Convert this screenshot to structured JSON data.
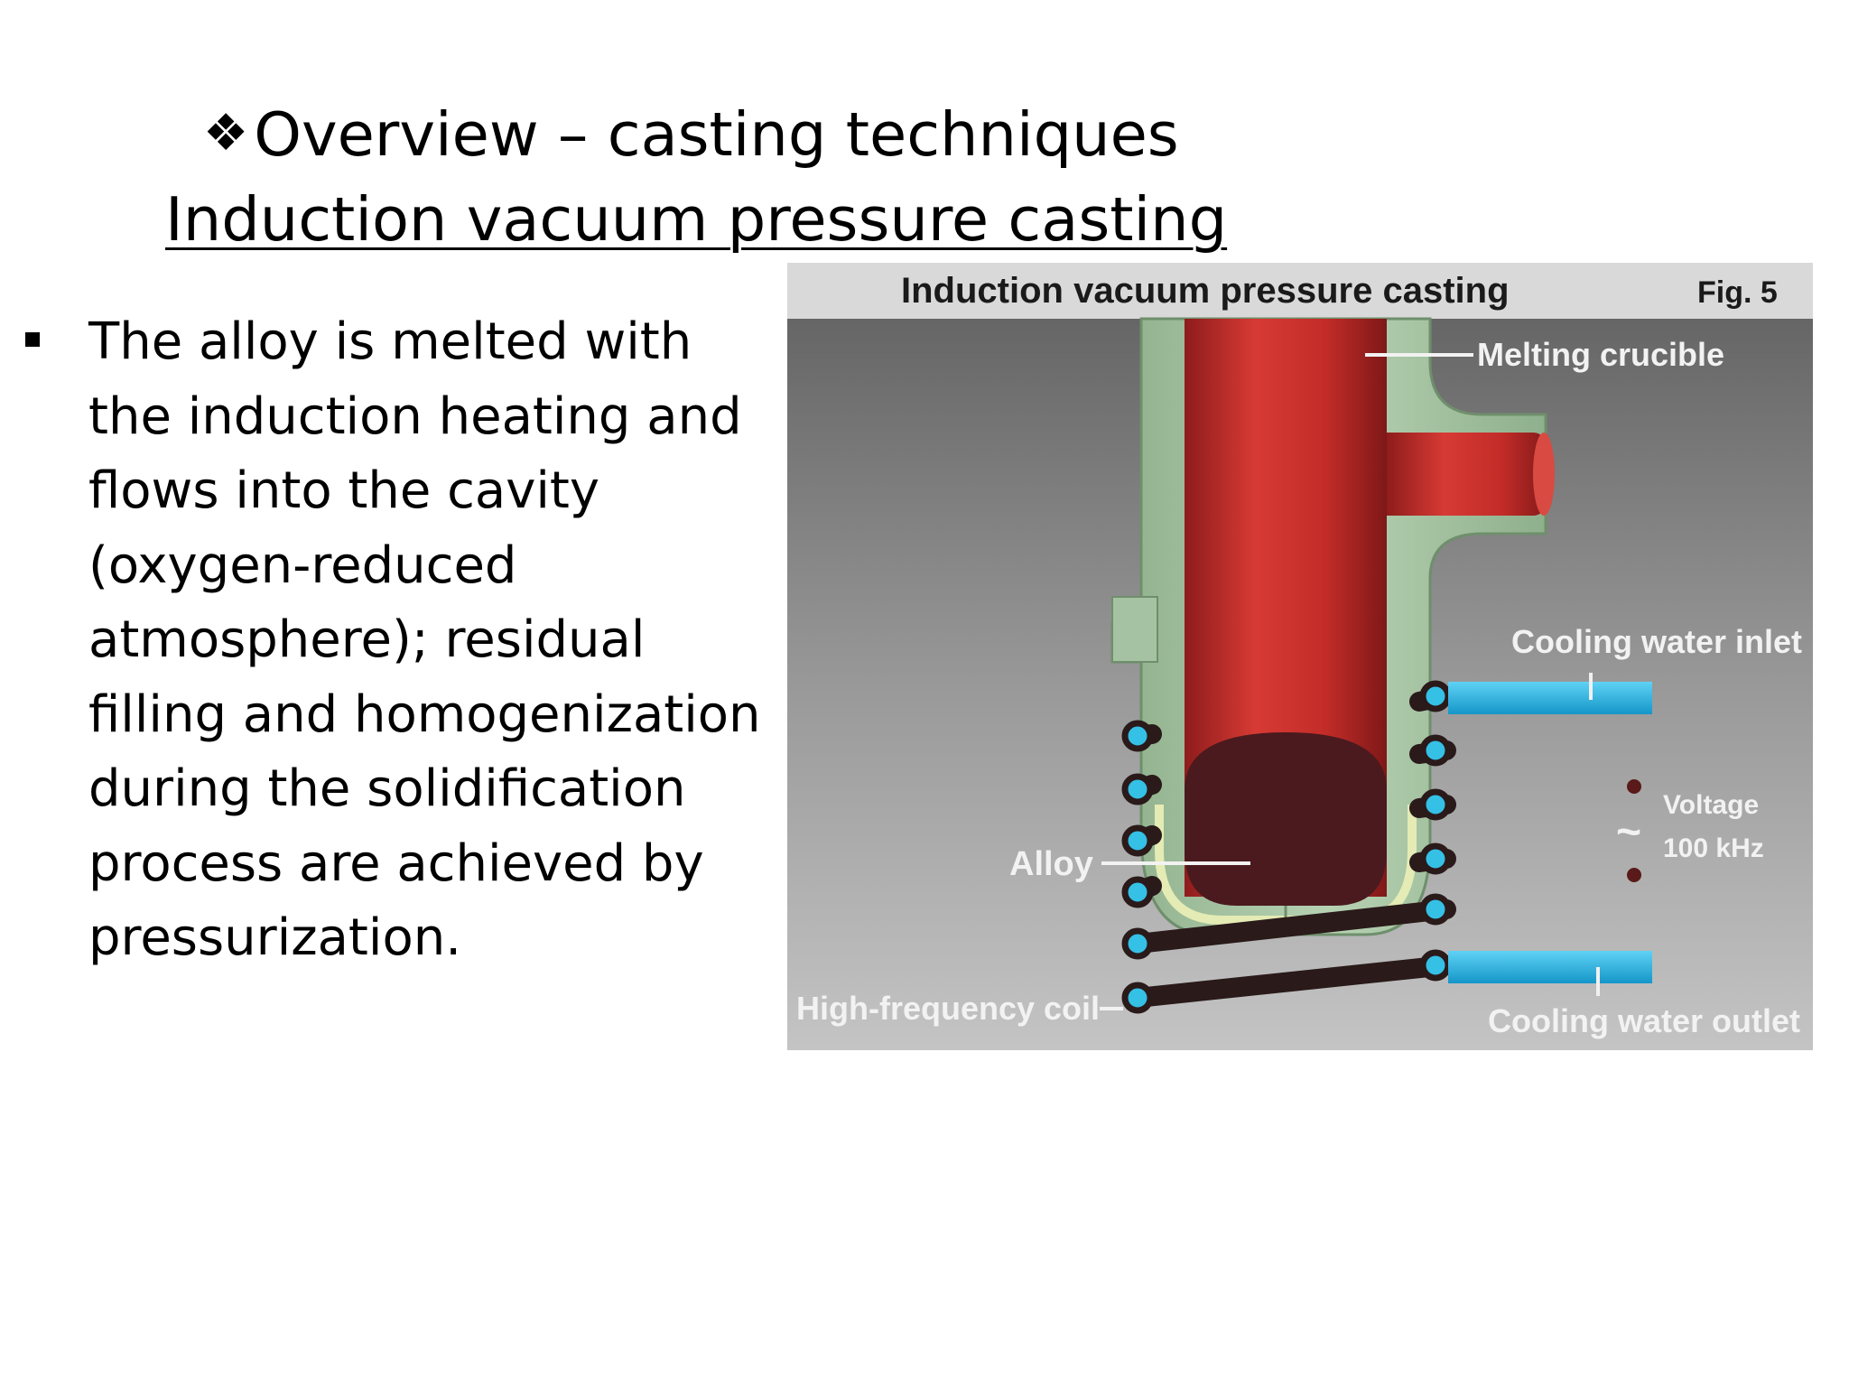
{
  "slide": {
    "title_bullet_symbol": "❖",
    "title": "Overview – casting techniques",
    "subtitle": "Induction vacuum pressure casting",
    "body_lines": [
      "The alloy is melted with",
      "the induction heating and",
      "flows into the cavity",
      "(oxygen-reduced",
      "atmosphere); residual",
      "filling and homogenization",
      "during the solidification",
      "process are achieved by",
      "pressurization."
    ]
  },
  "figure": {
    "header_title": "Induction vacuum pressure casting",
    "fig_number": "Fig. 5",
    "labels": {
      "melting_crucible": "Melting crucible",
      "cooling_water_inlet": "Cooling water inlet",
      "cooling_water_outlet": "Cooling water outlet",
      "voltage": "Voltage",
      "frequency": "100 kHz",
      "alloy": "Alloy",
      "coil": "High-frequency coil"
    },
    "colors": {
      "crucible_red": "#c42a2a",
      "alloy_dark": "#4a1a1e",
      "ceramic_green": "#a9c6a6",
      "cooling_blue": "#1fb4e6",
      "coil_dark": "#2a1a1a"
    }
  }
}
